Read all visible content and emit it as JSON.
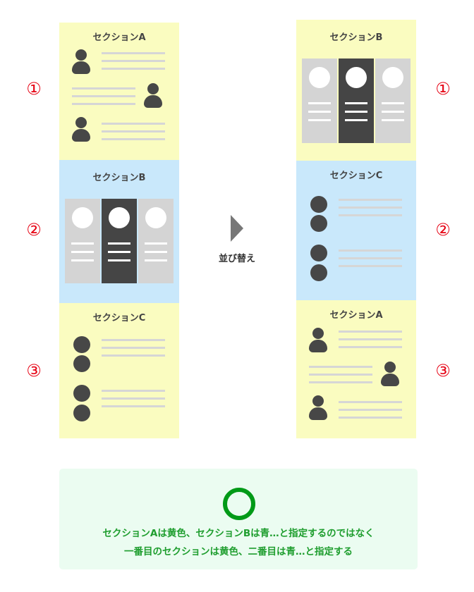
{
  "before": {
    "sections": [
      {
        "kind": "A",
        "title": "セクションA",
        "color": "#fafcc0"
      },
      {
        "kind": "B",
        "title": "セクションB",
        "color": "#c9e8fb"
      },
      {
        "kind": "C",
        "title": "セクションC",
        "color": "#fafcc0"
      }
    ],
    "numbers": [
      "①",
      "②",
      "③"
    ]
  },
  "after": {
    "sections": [
      {
        "kind": "B",
        "title": "セクションB",
        "color": "#fafcc0"
      },
      {
        "kind": "C",
        "title": "セクションC",
        "color": "#c9e8fb"
      },
      {
        "kind": "A",
        "title": "セクションA",
        "color": "#fafcc0"
      }
    ],
    "numbers": [
      "①",
      "②",
      "③"
    ]
  },
  "arrow_label": "並び替え",
  "note": {
    "icon": "circle-ok-icon",
    "line1": "セクションAは黄色、セクションBは青…と指定するのではなく",
    "line2": "一番目のセクションは黄色、二番目は青…と指定する"
  }
}
